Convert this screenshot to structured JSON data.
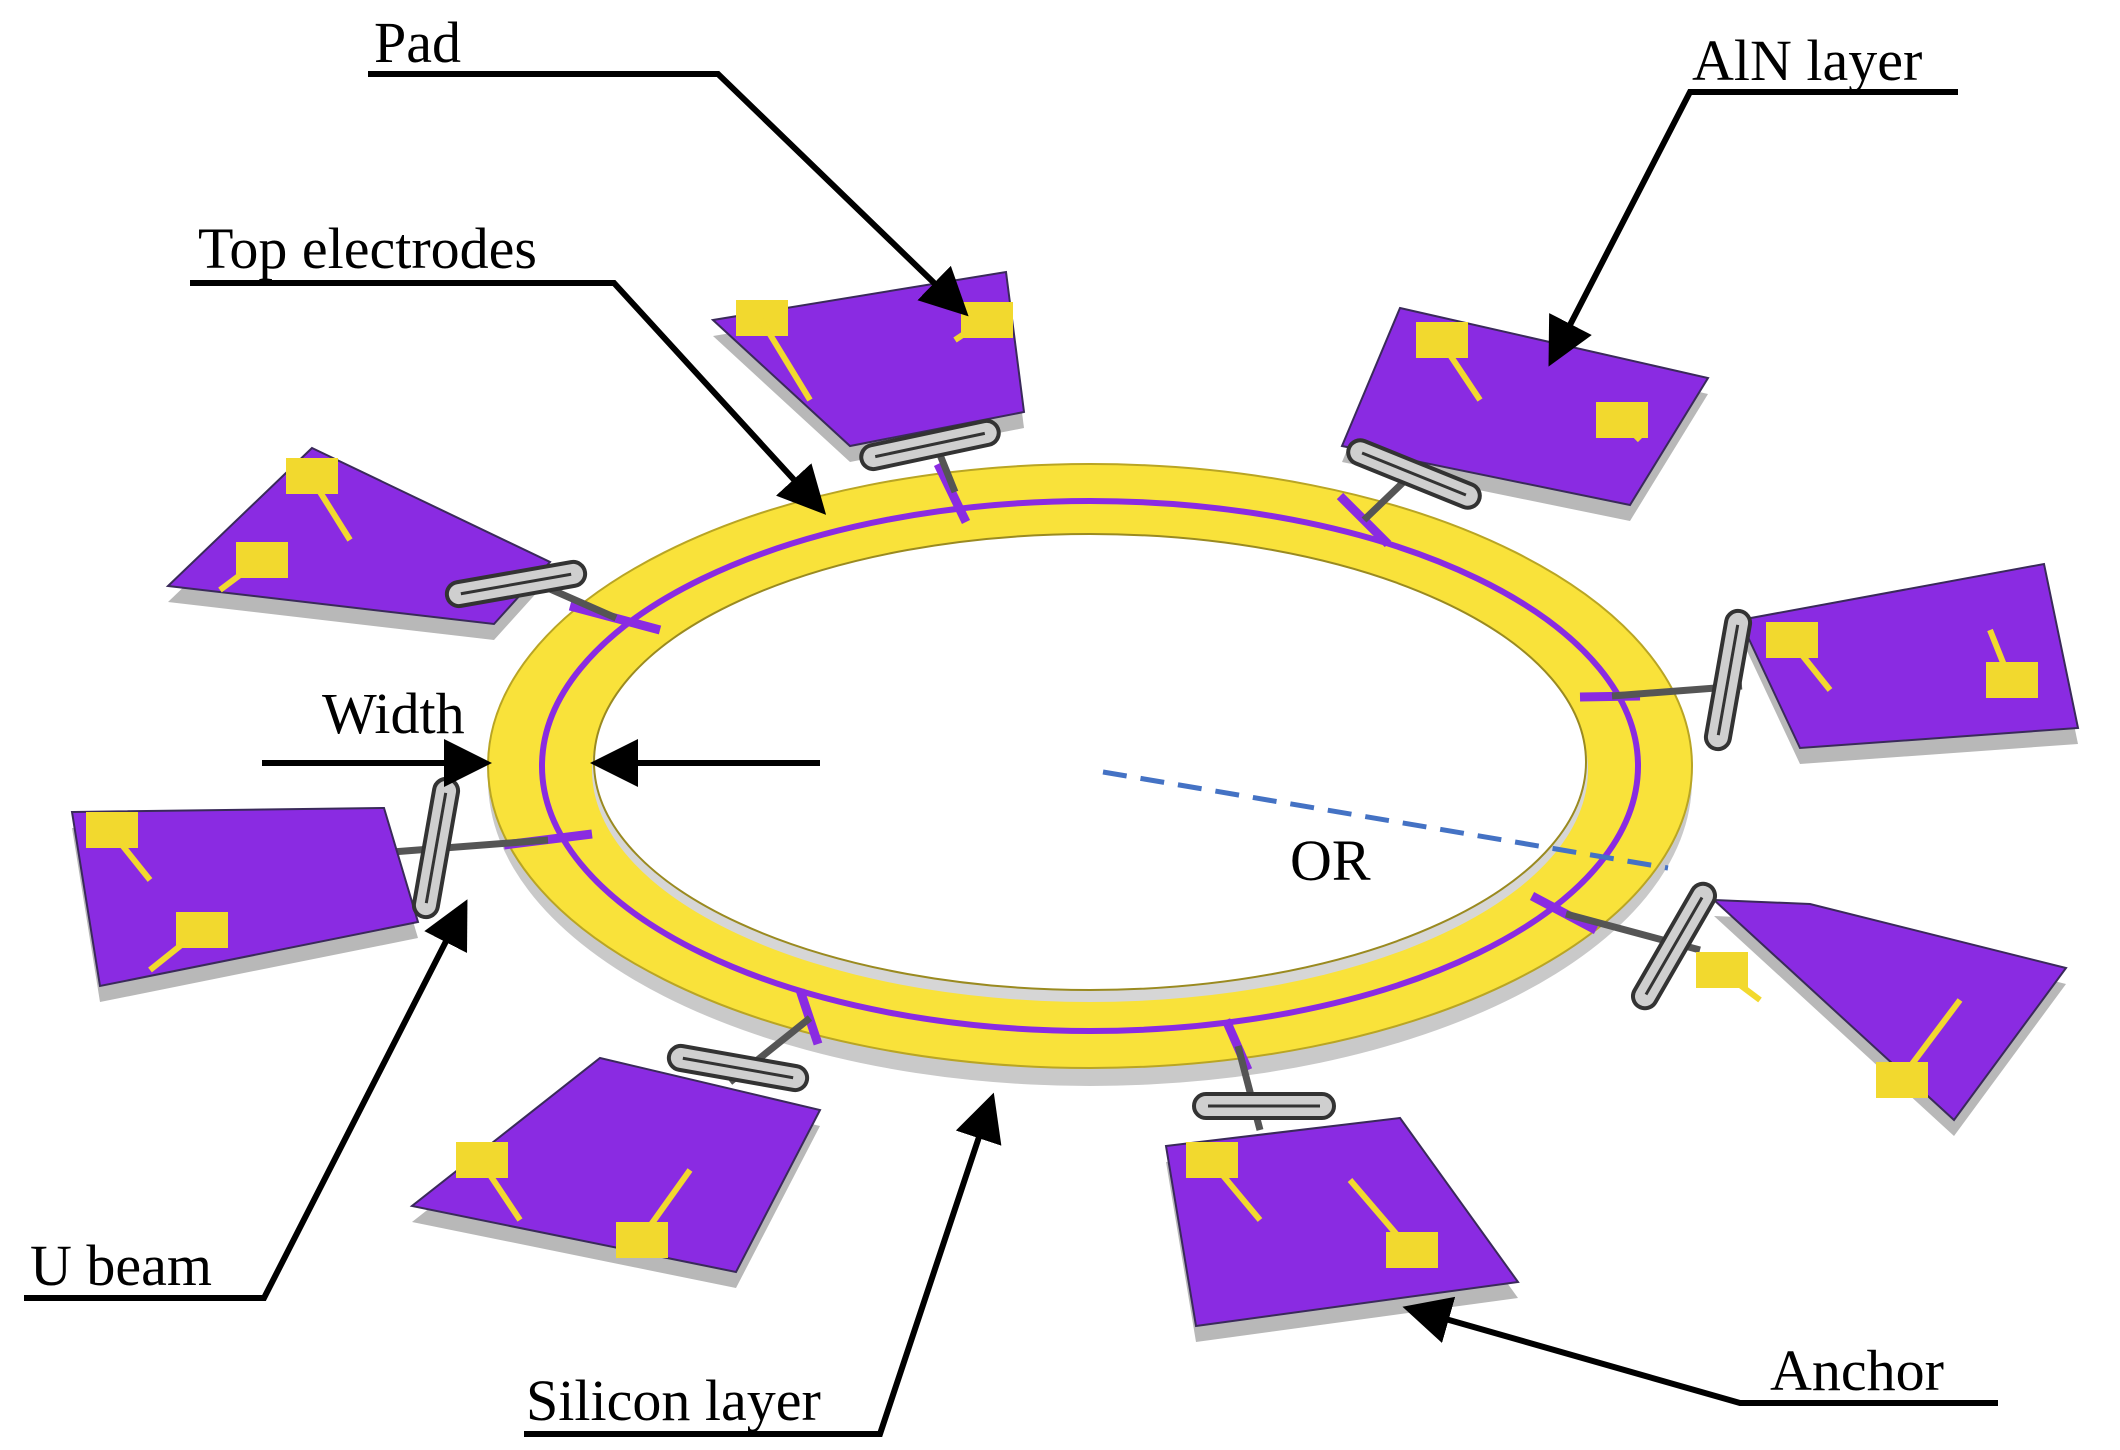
{
  "labels": {
    "pad": "Pad",
    "aln_layer": "AlN layer",
    "top_electrodes": "Top electrodes",
    "width": "Width",
    "or": "OR",
    "u_beam": "U beam",
    "silicon_layer": "Silicon layer",
    "anchor": "Anchor"
  },
  "colors": {
    "ring_gold": "#f9e23a",
    "ring_edge": "#c8c8c8",
    "pad_purple": "#8a2be2",
    "electrode_gold": "#f2d92e",
    "line": "#000000",
    "dashed_line": "#4472c4"
  },
  "anchor_count": 8
}
